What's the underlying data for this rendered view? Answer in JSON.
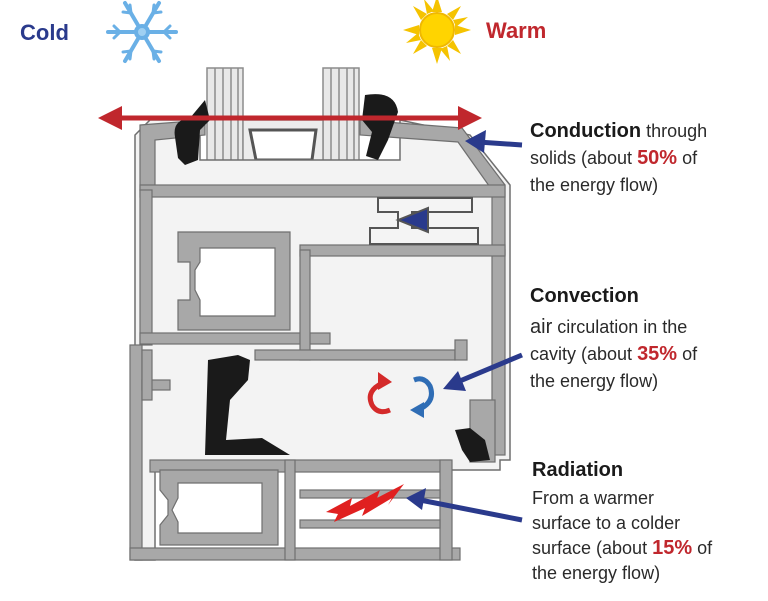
{
  "header": {
    "cold_label": "Cold",
    "warm_label": "Warm",
    "cold_icon": "snowflake-icon",
    "warm_icon": "sun-icon"
  },
  "conduction": {
    "title": "Conduction",
    "line1_rest": " through",
    "line2_pre": "solids (about ",
    "percent": "50%",
    "line2_post": " of",
    "line3": "the energy flow)"
  },
  "convection": {
    "title": "Convection",
    "line1_word": "air",
    "line1_rest": " circulation in the",
    "line2_pre": "cavity (about ",
    "percent": "35%",
    "line2_post": " of",
    "line3": "the energy  flow)"
  },
  "radiation": {
    "title": "Radiation",
    "line1": "From a warmer",
    "line2": "surface to a colder",
    "line3_pre": "surface (about ",
    "percent": "15%",
    "line3_post": " of",
    "line4": "the energy flow)"
  },
  "colors": {
    "cold_text": "#2a3a8c",
    "warm_text": "#c0272d",
    "profile_gray": "#a8a8a8",
    "profile_edge": "#6f6f6f",
    "pointer_blue": "#2a3a8c",
    "conduction_red": "#c0272d",
    "radiation_red": "#e02020",
    "convection_blue": "#2f6db5"
  }
}
